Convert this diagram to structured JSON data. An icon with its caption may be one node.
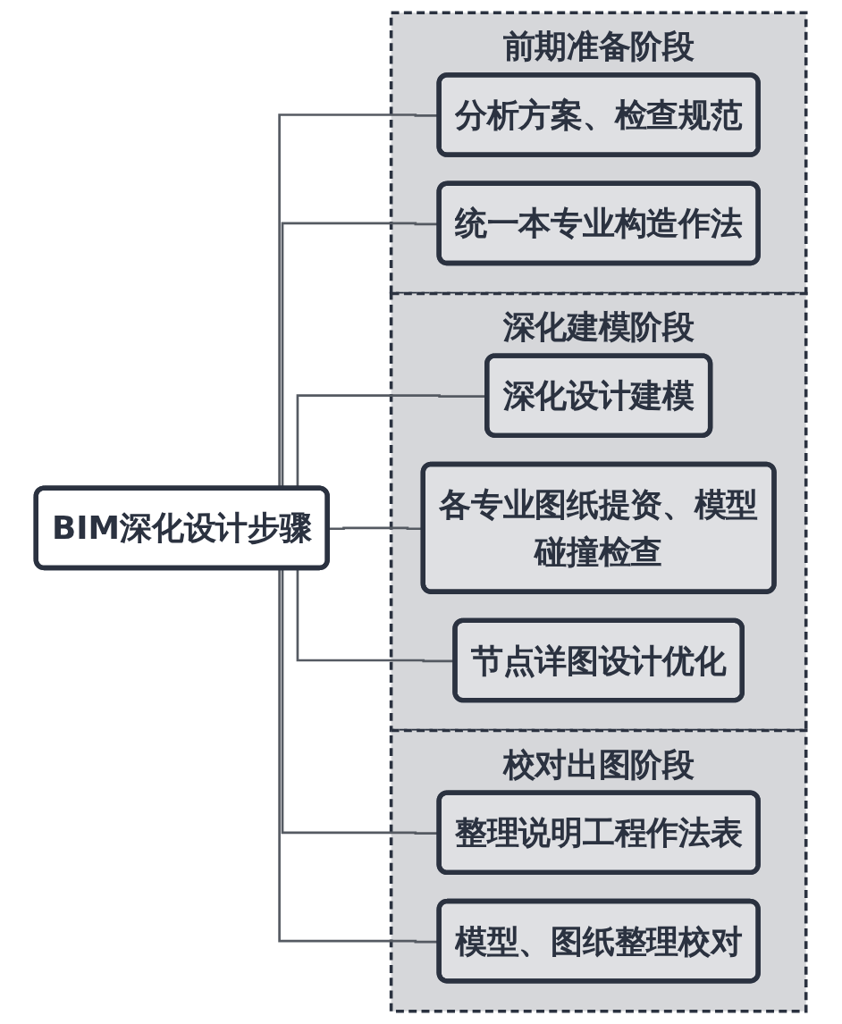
{
  "diagram": {
    "nodes": [
      {
        "text": [
          "BIM深化设计步骤"
        ]
      },
      {
        "text": [
          "前期准备阶段"
        ]
      },
      {
        "text": [
          "分析方案、检查规范"
        ],
        "in": 1
      },
      {
        "text": [
          "统一本专业构造作法"
        ],
        "in": 1
      },
      {
        "text": [
          "深化建模阶段"
        ]
      },
      {
        "text": [
          "深化设计建模"
        ],
        "in": 4
      },
      {
        "text": [
          "各专业图纸提资、模型碰撞检查"
        ],
        "in": 4
      },
      {
        "text": [
          "节点详图设计优化"
        ],
        "in": 4
      },
      {
        "text": [
          "校对出图阶段"
        ]
      },
      {
        "text": [
          "整理说明工程作法表"
        ],
        "in": 8
      },
      {
        "text": [
          "模型、图纸整理校对"
        ],
        "in": 8
      }
    ],
    "edges": [
      {
        "from": 0,
        "to": 2,
        "arrow": "none"
      },
      {
        "from": 0,
        "to": 3,
        "arrow": "none"
      },
      {
        "from": 0,
        "to": 5,
        "arrow": "none"
      },
      {
        "from": 0,
        "to": 6,
        "arrow": "none"
      },
      {
        "from": 0,
        "to": 7,
        "arrow": "none"
      },
      {
        "from": 0,
        "to": 9,
        "arrow": "none"
      },
      {
        "from": 0,
        "to": 10,
        "arrow": "none"
      }
    ]
  }
}
